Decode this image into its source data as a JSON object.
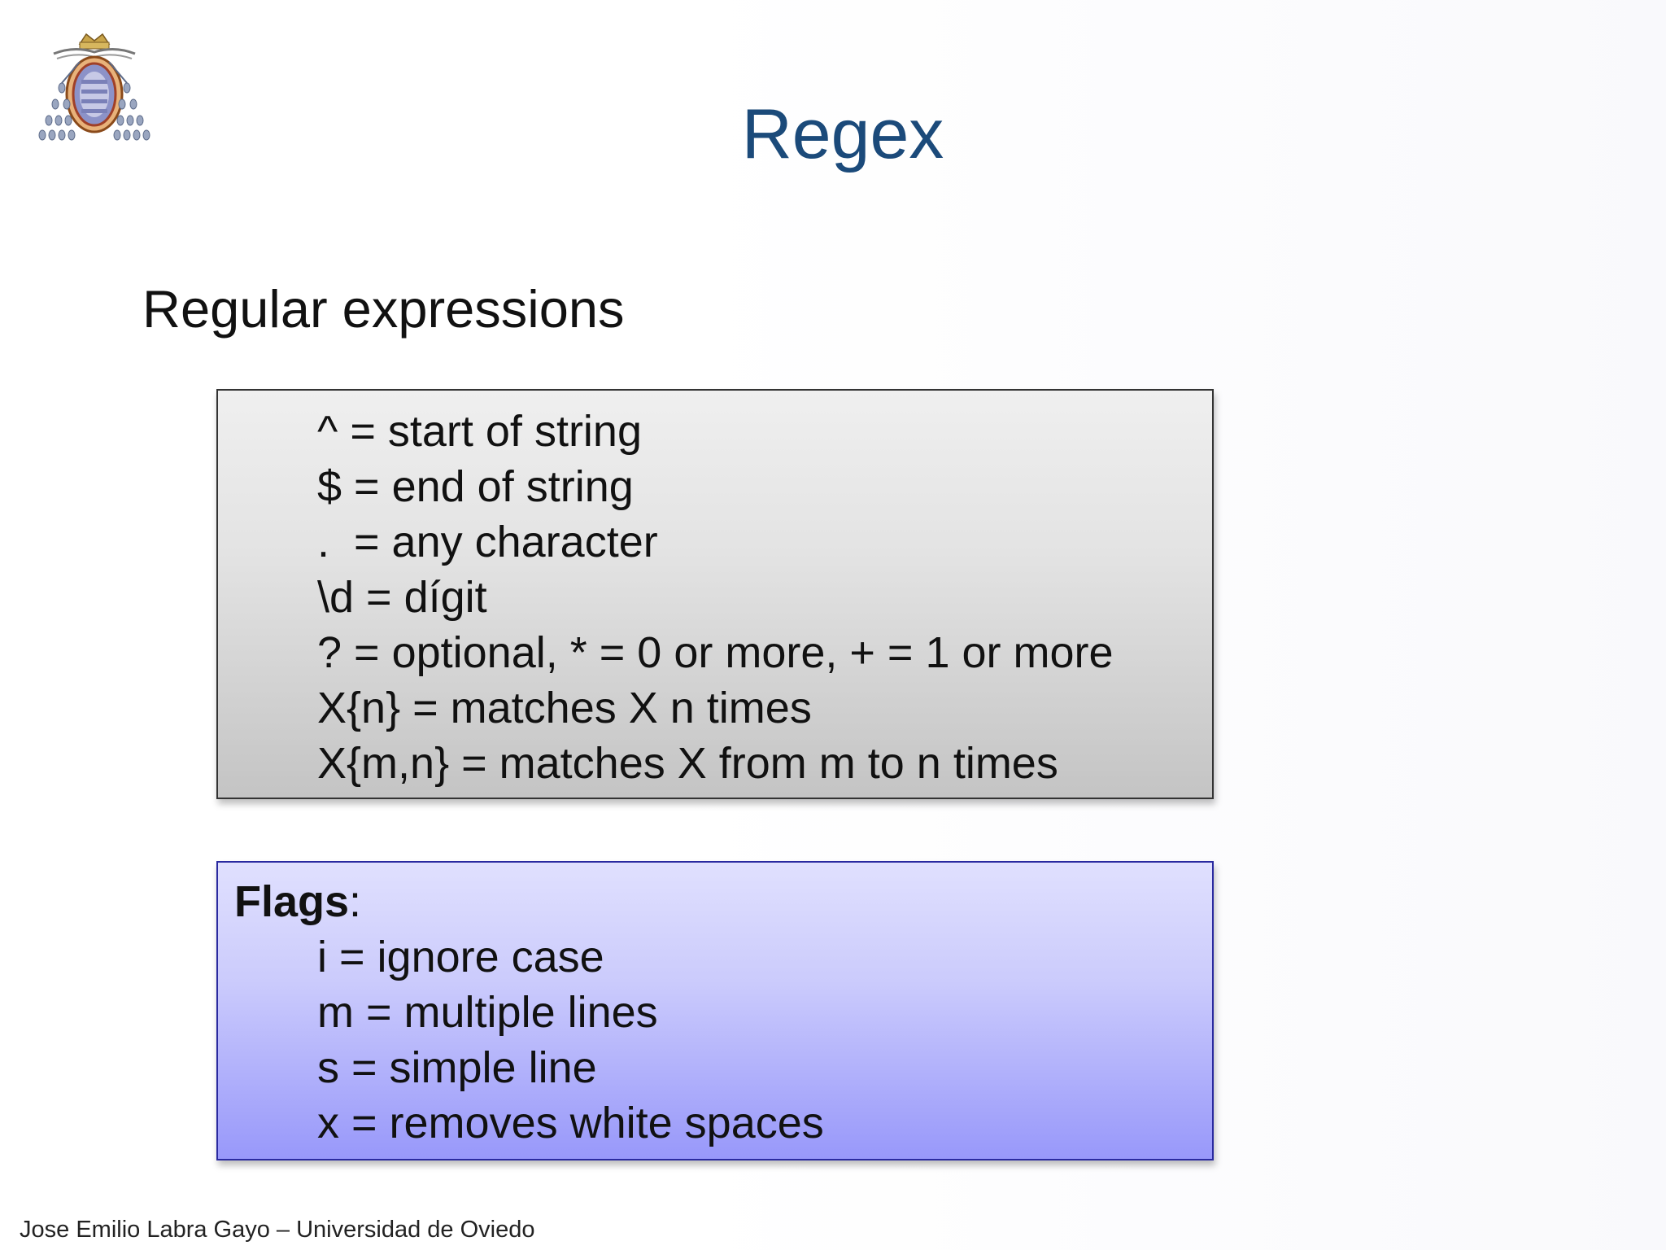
{
  "slide": {
    "title": "Regex",
    "section_heading": "Regular expressions",
    "regex_rules": [
      "^ = start of string",
      "$ = end of string",
      ".  = any character",
      "\\d = dígit",
      "? = optional, * = 0 or more, + = 1 or more",
      "X{n} = matches X n times",
      "X{m,n} = matches X from m to n times"
    ],
    "flags": {
      "label": "Flags",
      "label_suffix": ":",
      "items": [
        "i = ignore case",
        "m = multiple lines",
        "s = simple line",
        "x = removes white spaces"
      ]
    },
    "footer": "Jose Emilio Labra Gayo – Universidad de Oviedo"
  },
  "icons": {
    "logo": "university-coat-of-arms-icon"
  },
  "colors": {
    "title": "#1b4a7a",
    "regex_box_top": "#efefef",
    "regex_box_bottom": "#c4c4c4",
    "flags_box_top": "#e0e0fe",
    "flags_box_bottom": "#9898fa",
    "flags_border": "#2a2aa0"
  }
}
